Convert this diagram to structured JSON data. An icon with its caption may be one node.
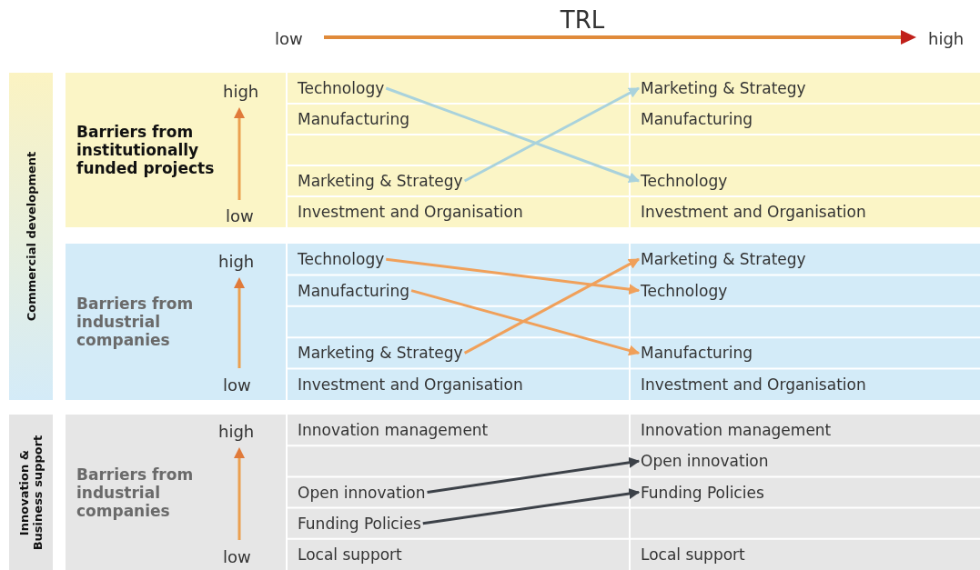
{
  "diagram": {
    "nodes": [
      {
        "text": [
          "Commercial development"
        ]
      },
      {
        "text": [
          "Barriers from institutionally funded projects"
        ]
      },
      {
        "text": [
          "Technology"
        ],
        "in": 1
      },
      {
        "text": [
          "Marketing & Strategy"
        ],
        "in": 1
      },
      {
        "text": [
          "Manufacturing"
        ],
        "in": 1
      },
      {
        "text": [
          "Manufacturing"
        ],
        "in": 1
      },
      {
        "text": [
          "Marketing & Strategy"
        ],
        "in": 1
      },
      {
        "text": [
          "Technology"
        ],
        "in": 1
      },
      {
        "text": [
          "Investment and Organisation"
        ],
        "in": 1
      },
      {
        "text": [
          "Investment and Organisation"
        ],
        "in": 1
      },
      {
        "text": [
          "Barriers from industrial companies"
        ]
      },
      {
        "text": [
          "Technology"
        ],
        "in": 10
      },
      {
        "text": [
          "Marketing & Strategy"
        ],
        "in": 10
      },
      {
        "text": [
          "Manufacturing"
        ],
        "in": 10
      },
      {
        "text": [
          "Technology"
        ],
        "in": 10
      },
      {
        "text": [
          "Marketing & Strategy"
        ],
        "in": 10
      },
      {
        "text": [
          "Manufacturing"
        ],
        "in": 10
      },
      {
        "text": [
          "Investment and Organisation"
        ],
        "in": 10
      },
      {
        "text": [
          "Investment and Organisation"
        ],
        "in": 10
      },
      {
        "text": [
          "Innovation & Business support"
        ]
      },
      {
        "text": [
          "Barriers from industrial companies"
        ]
      },
      {
        "text": [
          "Innovation management"
        ],
        "in": 20
      },
      {
        "text": [
          "Innovation management"
        ],
        "in": 20
      },
      {
        "text": [
          "Open innovation"
        ],
        "in": 20
      },
      {
        "text": [
          "Open innovation"
        ],
        "in": 20
      },
      {
        "text": [
          "Funding Policies"
        ],
        "in": 20
      },
      {
        "text": [
          "Funding Policies"
        ],
        "in": 20
      },
      {
        "text": [
          "Local support"
        ],
        "in": 20
      },
      {
        "text": [
          "Local support"
        ],
        "in": 20
      }
    ],
    "edges": [
      {
        "from": 2,
        "to": 7,
        "arrow": "to",
        "color": "#a9d2dc"
      },
      {
        "from": 6,
        "to": 3,
        "arrow": "to",
        "color": "#a9d2dc"
      },
      {
        "from": 11,
        "to": 14,
        "arrow": "to",
        "color": "#f0a05a"
      },
      {
        "from": 13,
        "to": 16,
        "arrow": "to",
        "color": "#f0a05a"
      },
      {
        "from": 15,
        "to": 12,
        "arrow": "to",
        "color": "#f0a05a"
      },
      {
        "from": 24,
        "to": 23,
        "arrow": "to",
        "color": "#3c4148"
      },
      {
        "from": 26,
        "to": 25,
        "arrow": "to",
        "color": "#3c4148"
      }
    ],
    "labels": [
      "TRL",
      "low",
      "high",
      "high",
      "low",
      "high",
      "low",
      "high",
      "low"
    ]
  }
}
